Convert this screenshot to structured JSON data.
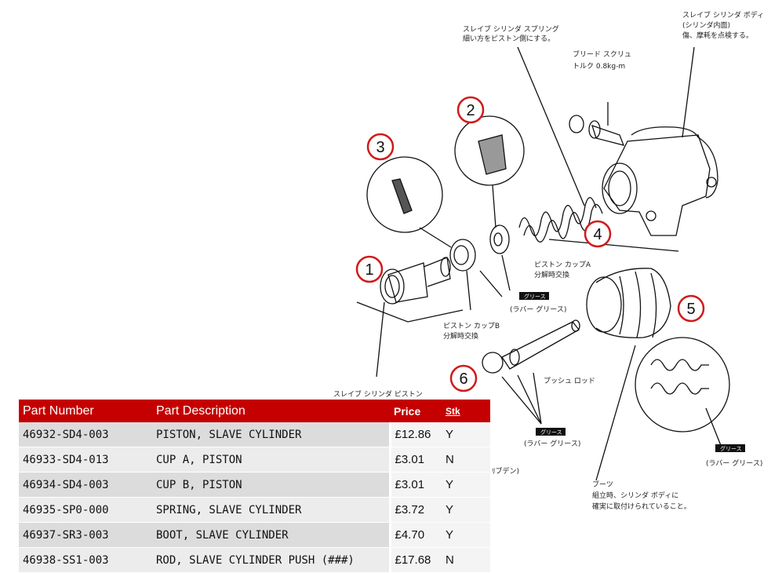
{
  "diagram": {
    "labels": {
      "slave_body_1": "スレイブ シリンダ ボディ",
      "slave_body_2": "(シリンダ内面)",
      "slave_body_3": "傷、摩耗を点検する。",
      "spring_1": "スレイブ シリンダ スプリング",
      "spring_2": "細い方をピストン側にする。",
      "bleed_1": "ブリード スクリュ",
      "bleed_2": "トルク  0.8kg-m",
      "cup_a_1": "ピストン カップA",
      "cup_a_2": "分解時交換",
      "cup_b_1": "ピストン カップB",
      "cup_b_2": "分解時交換",
      "grease_tag": "グリース",
      "rubber_grease": "(ラバー グリース)",
      "push_rod": "プッシュ ロッド",
      "slave_piston": "スレイブ シリンダ ピストン",
      "molybdenum": "ﾘブデン)",
      "boot_1": "ブーツ",
      "boot_2": "組立時、シリンダ ボディに",
      "boot_3": "確実に取付けられていること。"
    },
    "callouts": [
      "1",
      "2",
      "3",
      "4",
      "5",
      "6"
    ]
  },
  "table": {
    "headers": {
      "part_number": "Part Number",
      "description": "Part Description",
      "price": "Price",
      "stock": "Stk"
    },
    "rows": [
      {
        "part_number": "46932-SD4-003",
        "description": "PISTON, SLAVE CYLINDER",
        "price": "£12.86",
        "stock": "Y"
      },
      {
        "part_number": "46933-SD4-013",
        "description": "CUP A, PISTON",
        "price": "£3.01",
        "stock": "N"
      },
      {
        "part_number": "46934-SD4-003",
        "description": "CUP B, PISTON",
        "price": "£3.01",
        "stock": "Y"
      },
      {
        "part_number": "46935-SP0-000",
        "description": "SPRING, SLAVE CYLINDER",
        "price": "£3.72",
        "stock": "Y"
      },
      {
        "part_number": "46937-SR3-003",
        "description": "BOOT, SLAVE CYLINDER",
        "price": "£4.70",
        "stock": "Y"
      },
      {
        "part_number": "46938-SS1-003",
        "description": "ROD, SLAVE CYLINDER PUSH (###)",
        "price": "£17.68",
        "stock": "N"
      }
    ]
  },
  "colors": {
    "header_red": "#c40000",
    "callout_ring": "#d11a1a"
  }
}
